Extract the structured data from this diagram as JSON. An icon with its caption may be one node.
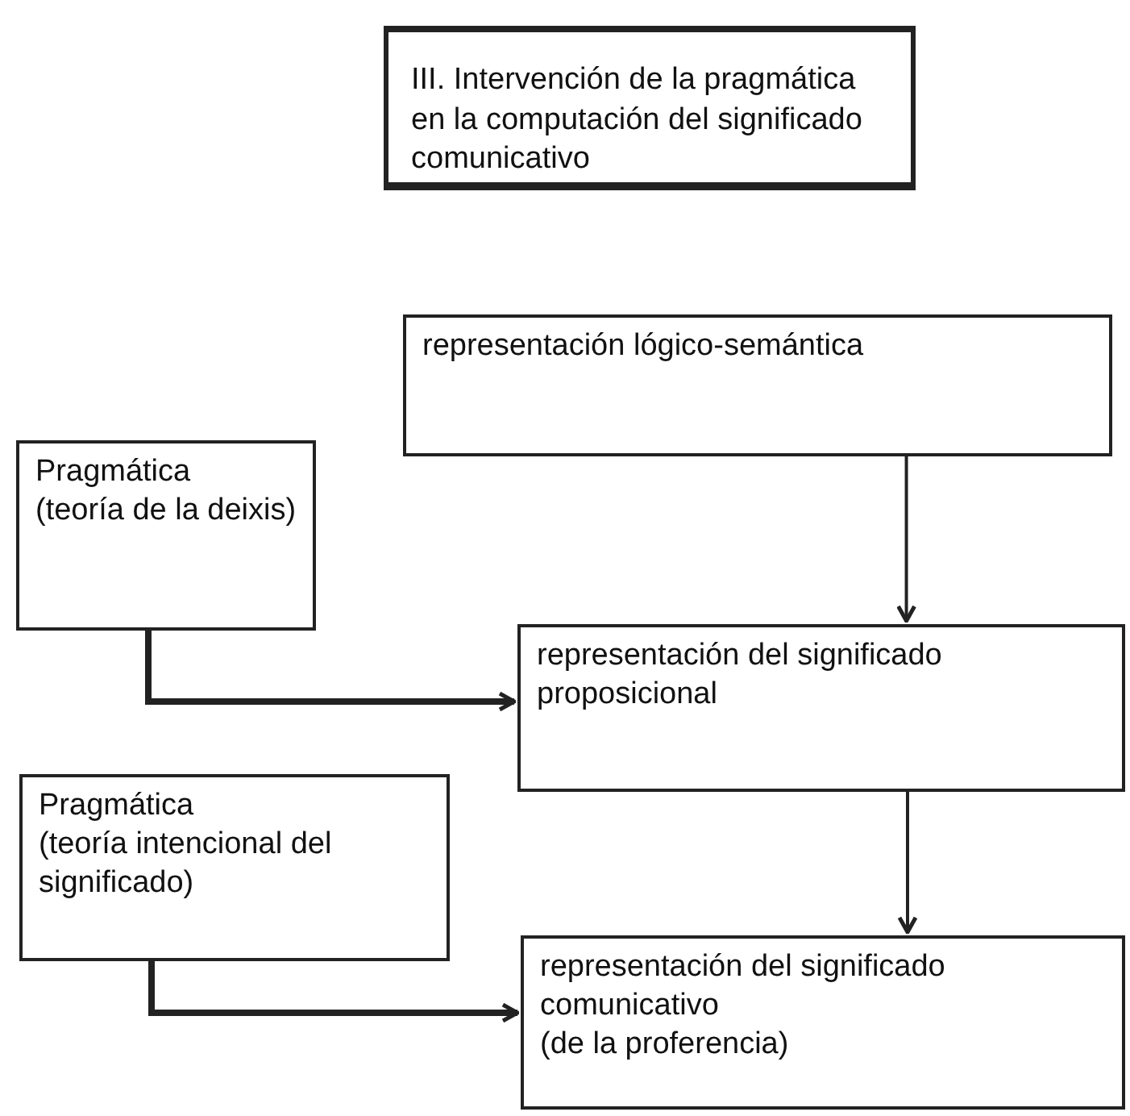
{
  "diagram": {
    "title": "III. Intervención de la pragmática en la computación del significado comunicativo",
    "nodes": [
      {
        "text": [
          "representación lógico-semántica"
        ]
      },
      {
        "text": [
          "Pragmática",
          "(teoría de la deixis)"
        ]
      },
      {
        "text": [
          "representación del significado proposicional"
        ]
      },
      {
        "text": [
          "Pragmática",
          "(teoría intencional del significado)"
        ]
      },
      {
        "text": [
          "representación del significado comunicativo",
          "(de la proferencia)"
        ]
      }
    ],
    "edges": [
      {
        "from": 0,
        "to": 2,
        "arrow": "to"
      },
      {
        "from": 1,
        "to": 2,
        "arrow": "to",
        "style": "thick"
      },
      {
        "from": 2,
        "to": 4,
        "arrow": "to"
      },
      {
        "from": 3,
        "to": 4,
        "arrow": "to",
        "style": "thick"
      }
    ]
  }
}
